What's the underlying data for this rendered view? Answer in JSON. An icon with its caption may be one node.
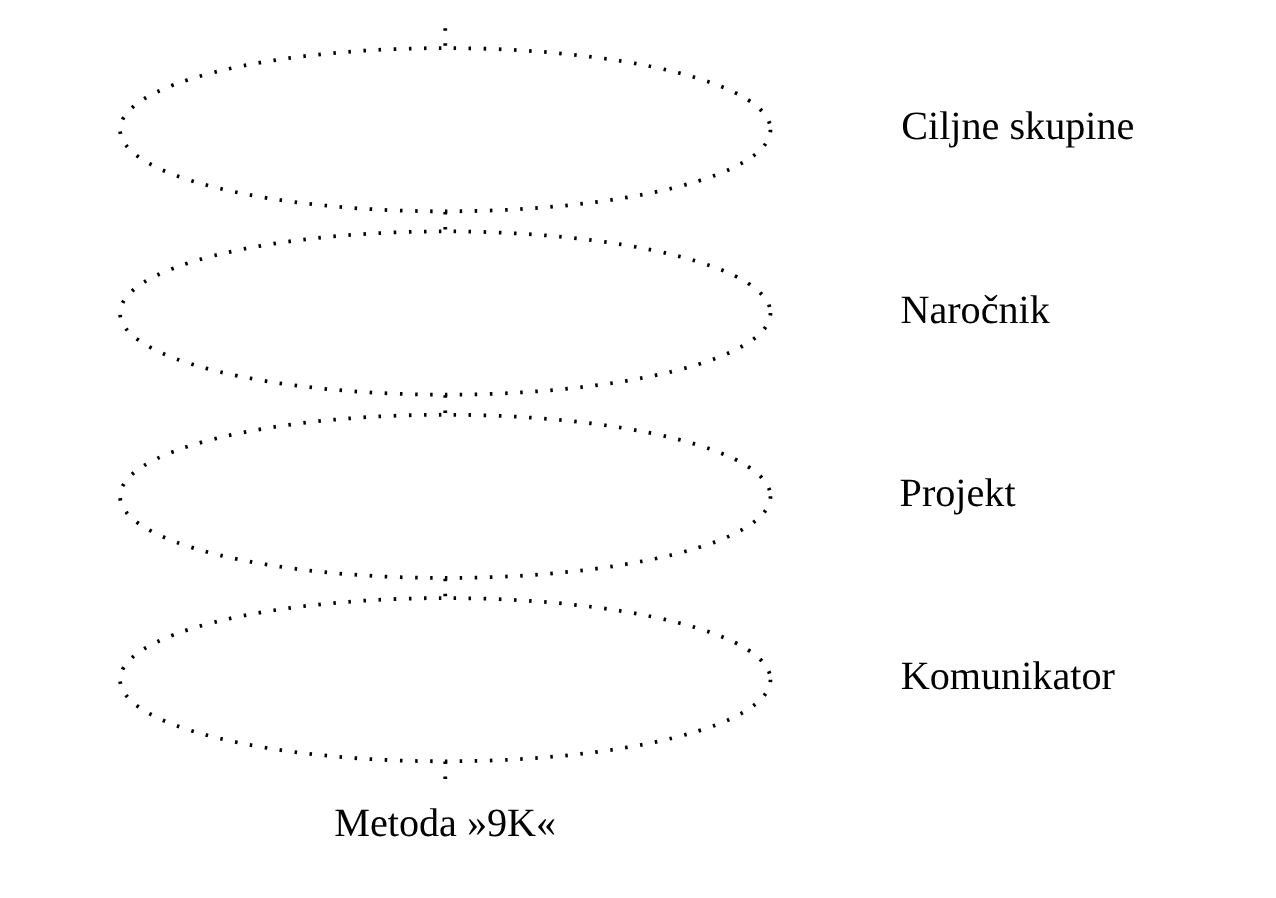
{
  "diagram": {
    "nodes": [
      {
        "text": [],
        "shape": "ellipse",
        "beside": [
          "Ciljne skupine"
        ]
      },
      {
        "text": [],
        "shape": "ellipse",
        "beside": [
          "Naročnik"
        ]
      },
      {
        "text": [],
        "shape": "ellipse",
        "beside": [
          "Projekt"
        ]
      },
      {
        "text": [],
        "shape": "ellipse",
        "beside": [
          "Komunikator"
        ]
      },
      {
        "text": [
          "Metoda »9K«"
        ]
      }
    ],
    "edges": [
      {
        "from": null,
        "to": 0,
        "arrow": "none",
        "style": "dashed"
      },
      {
        "from": 0,
        "to": 1,
        "arrow": "none",
        "style": "dashed"
      },
      {
        "from": 1,
        "to": 2,
        "arrow": "none",
        "style": "dashed"
      },
      {
        "from": 2,
        "to": 3,
        "arrow": "none",
        "style": "dashed"
      },
      {
        "from": 3,
        "to": 4,
        "arrow": "none",
        "style": "dashed"
      }
    ]
  }
}
